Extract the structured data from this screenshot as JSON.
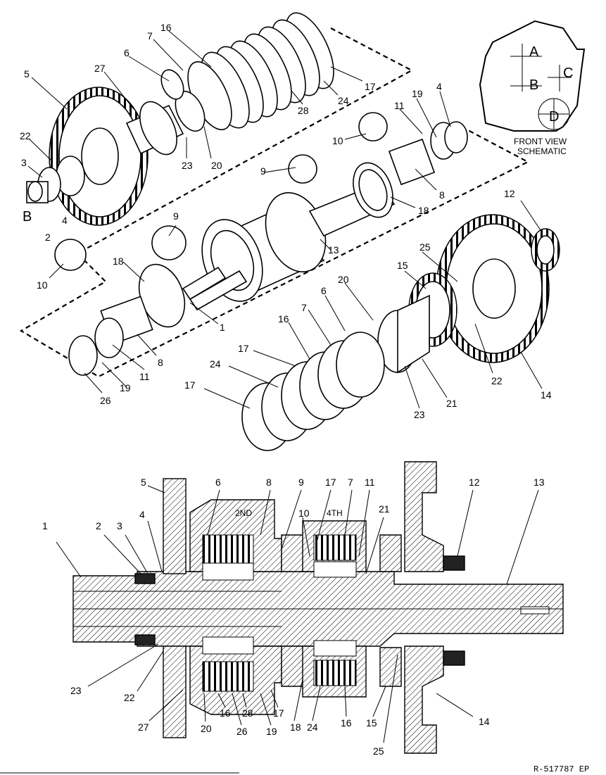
{
  "exploded_labels": {
    "l5a": "5",
    "l27a": "27",
    "l6a": "6",
    "l7a": "7",
    "l16a": "16",
    "l22a": "22",
    "l3a": "3",
    "l2a": "2",
    "l4a": "4",
    "lBa": "B",
    "l23a": "23",
    "l20a": "20",
    "l28a": "28",
    "l24a": "24",
    "l17a": "17",
    "l10a": "10",
    "l19a": "19",
    "l4b": "4",
    "l11a": "11",
    "l9a": "9",
    "l8a": "8",
    "l18a": "18",
    "l9b": "9",
    "l10b": "10",
    "l18b": "18",
    "l13a": "13",
    "l12a": "12",
    "l25a": "25",
    "l15a": "15",
    "l1a": "1",
    "l8b": "8",
    "l11b": "11",
    "l26a": "26",
    "l19b": "19",
    "l20b": "20",
    "l6b": "6",
    "l7b": "7",
    "l16b": "16",
    "l17b": "17",
    "l24b": "24",
    "l17c": "17",
    "l23b": "23",
    "l21a": "21",
    "l22b": "22",
    "l14a": "14"
  },
  "schematic": {
    "title_line1": "FRONT VIEW",
    "title_line2": "SCHEMATIC",
    "marker_a": "A",
    "marker_b": "B",
    "marker_c": "C",
    "marker_d": "D"
  },
  "section_labels": {
    "s5": "5",
    "s6": "6",
    "s8": "8",
    "s9": "9",
    "s17a": "17",
    "s7": "7",
    "s11": "11",
    "s12": "12",
    "s13": "13",
    "s1": "1",
    "s2": "2",
    "s3": "3",
    "s4": "4",
    "s10": "10",
    "s21": "21",
    "s2nd": "2ND",
    "s4th": "4TH",
    "s23": "23",
    "s22": "22",
    "s27": "27",
    "s20": "20",
    "s16a": "16",
    "s26": "26",
    "s28": "28",
    "s19": "19",
    "s17b": "17",
    "s18": "18",
    "s24": "24",
    "s16b": "16",
    "s15": "15",
    "s25": "25",
    "s14": "14"
  },
  "reference_code": "R-517787 EP"
}
